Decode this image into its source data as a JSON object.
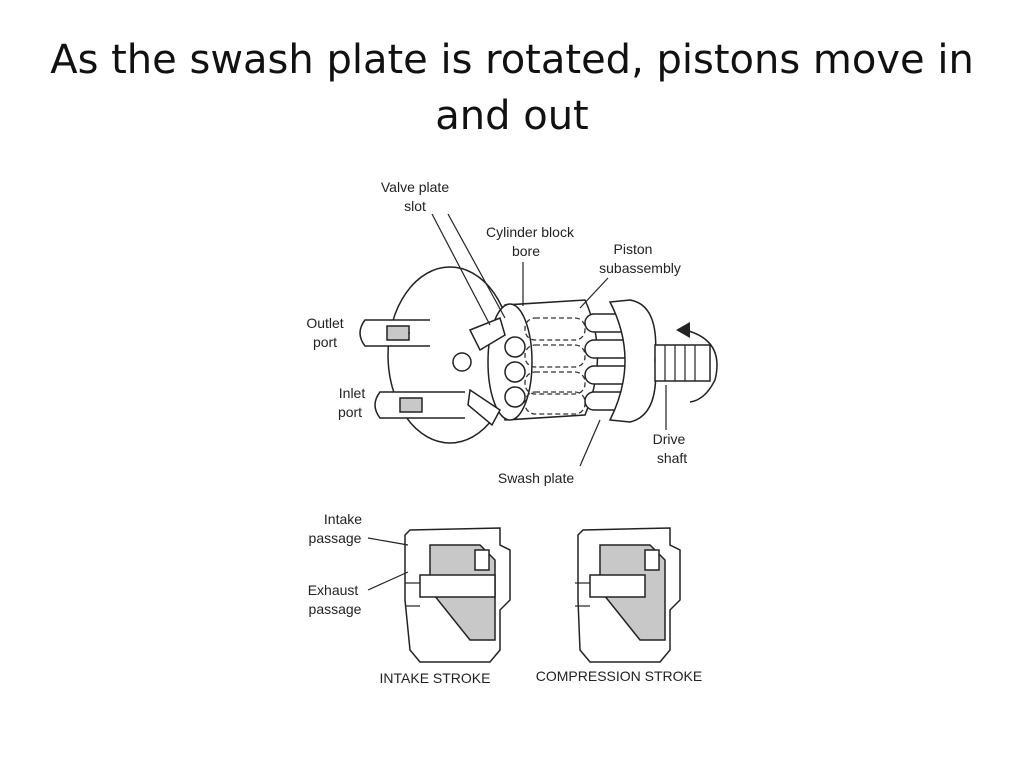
{
  "title": "As the swash plate is rotated, pistons move in and out",
  "labels": {
    "valve_plate_slot_1": "Valve plate",
    "valve_plate_slot_2": "slot",
    "cylinder_block_bore_1": "Cylinder block",
    "cylinder_block_bore_2": "bore",
    "piston_subassembly_1": "Piston",
    "piston_subassembly_2": "subassembly",
    "outlet_port_1": "Outlet",
    "outlet_port_2": "port",
    "inlet_port_1": "Inlet",
    "inlet_port_2": "port",
    "drive_shaft_1": "Drive",
    "drive_shaft_2": "shaft",
    "swash_plate": "Swash plate",
    "intake_passage_1": "Intake",
    "intake_passage_2": "passage",
    "exhaust_passage_1": "Exhaust",
    "exhaust_passage_2": "passage",
    "intake_stroke": "INTAKE STROKE",
    "compression_stroke": "COMPRESSION STROKE"
  },
  "colors": {
    "line": "#222222",
    "shade": "#c8c8c8",
    "background": "#ffffff"
  }
}
